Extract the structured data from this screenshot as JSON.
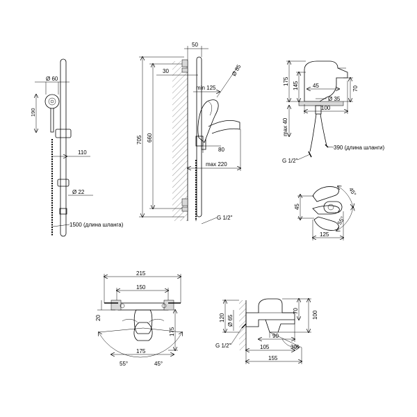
{
  "shower_set": {
    "d60": "Ø 60",
    "len190": "190",
    "len110": "110",
    "d22": "Ø 22",
    "hose": "1500 (длина шланга)"
  },
  "wall_view": {
    "w50": "50",
    "w30": "30",
    "h705": "705",
    "h660": "660",
    "d85": "Ø 85",
    "min125": "min 125",
    "w80": "80",
    "max220": "max 220",
    "g12": "G 1/2\""
  },
  "basin_mixer": {
    "h175": "175",
    "h145": "145",
    "w45": "45",
    "h70": "70",
    "d35": "Ø 35",
    "w100": "100",
    "max40": "max 40",
    "hose": "390 (длина шланги)",
    "g12": "G 1/2\""
  },
  "basin_top": {
    "a45": "45°",
    "h45": "45",
    "a55": "55°",
    "w125": "125"
  },
  "bath_front": {
    "w215": "215",
    "w150": "150",
    "h20": "20",
    "h175": "175",
    "w175": "175",
    "a55": "55°",
    "a45": "45°"
  },
  "bath_side": {
    "h120": "120",
    "d65": "Ø 65",
    "h70": "70",
    "h100": "100",
    "w90": "90",
    "w105": "105",
    "a30": "30°",
    "w155": "155",
    "g12": "G 1/2\""
  }
}
